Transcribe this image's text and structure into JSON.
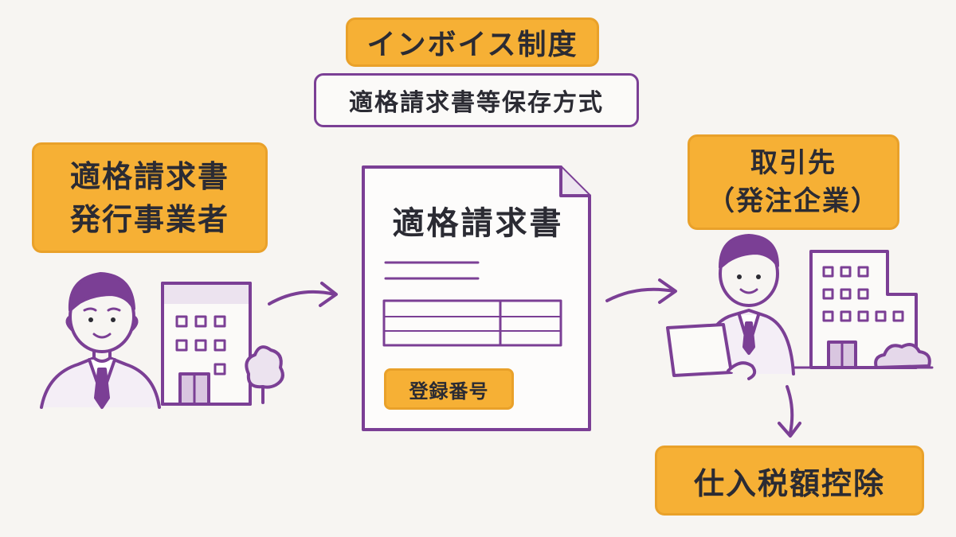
{
  "title": "インボイス制度",
  "subtitle": "適格請求書等保存方式",
  "issuer": {
    "line1": "適格請求書",
    "line2": "発行事業者"
  },
  "document": {
    "title": "適格請求書",
    "registration_label": "登録番号"
  },
  "partner": {
    "line1": "取引先",
    "line2": "（発注企業）"
  },
  "outcome": "仕入税額控除",
  "colors": {
    "accent_orange": "#f6b035",
    "accent_purple": "#7b3f95",
    "background": "#f7f5f2"
  },
  "icons": [
    "person-icon",
    "office-building-icon",
    "tree-icon",
    "laptop-icon",
    "arrow-icon"
  ]
}
